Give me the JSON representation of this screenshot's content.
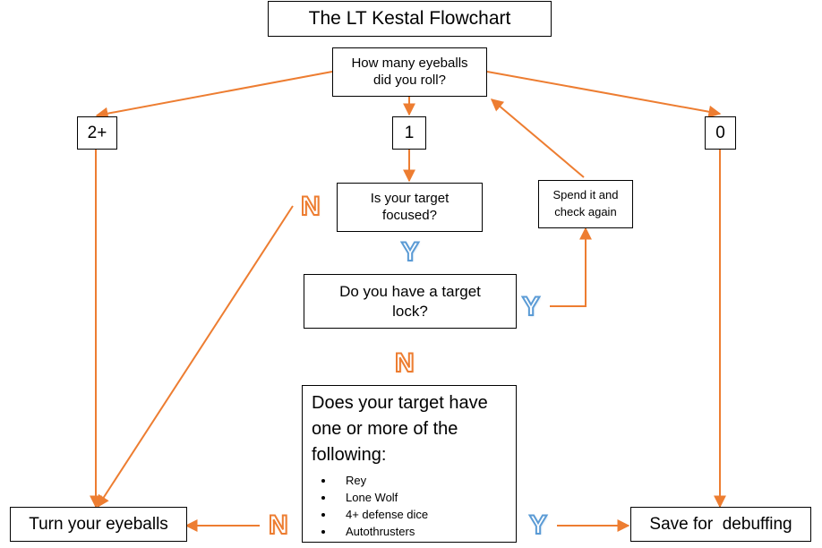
{
  "title": "The LT Kestal Flowchart",
  "nodes": {
    "question_eyeballs": "How many eyeballs did you roll?",
    "count_two_plus": "2+",
    "count_one": "1",
    "count_zero": "0",
    "question_focused": "Is your target focused?",
    "spend_check": "Spend it and check again",
    "question_target_lock": "Do you have a target lock?",
    "question_has_following": "Does your target have one or more of the following:",
    "following_items": [
      "Rey",
      "Lone Wolf",
      "4+ defense dice",
      "Autothrusters"
    ],
    "turn_eyeballs": "Turn your eyeballs",
    "save_debuffing": "Save for  debuffing"
  },
  "labels": {
    "no": "N",
    "yes": "Y"
  },
  "colors": {
    "arrow": "#ED7D31",
    "no_outline": "#ED7D31",
    "yes_outline": "#5B9BD5",
    "box_border": "#000000"
  }
}
